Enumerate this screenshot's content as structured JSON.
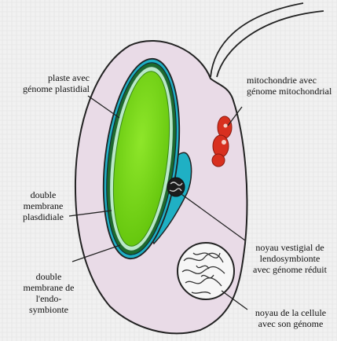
{
  "labels": {
    "plaste": "plaste avec\ngénome plastidial",
    "mito": "mitochondrie avec\ngénome mitochondrial",
    "double_plast": "double\nmembrane\nplasdidiale",
    "noyau_vestigial": "noyau vestigial de\nlendosymbionte\navec génome réduit",
    "double_endo": "double\nmembrane de\nl'endo-\nsymbionte",
    "noyau_cellule": "noyau de la cellule\navec son génome"
  },
  "colors": {
    "background": "#f1f1f1",
    "cell_fill": "#e9dbe7",
    "outline": "#222222",
    "plastid_green": "#7bdc1b",
    "endosymbiont_cyan": "#1fb0c4",
    "mitochondria_red": "#d8301f"
  }
}
